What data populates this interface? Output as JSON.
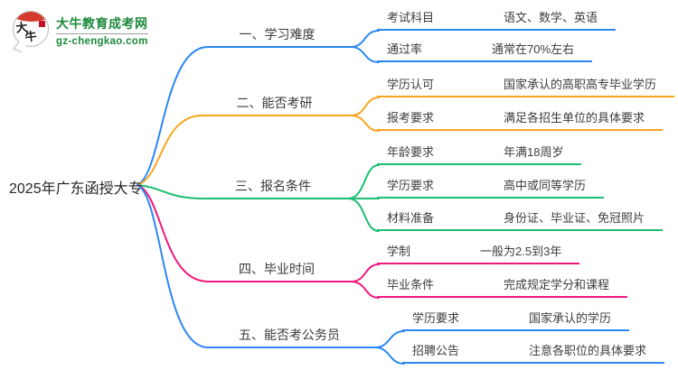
{
  "logo": {
    "icon_text_1": "大",
    "icon_text_2": "牛",
    "title": "大牛教育成考网",
    "domain": "gz-chengkao.com",
    "brand_green": "#1e8a3c",
    "seal_red": "#d43a2e"
  },
  "central_topic": "2025年广东函授大专",
  "colors": {
    "blue": "#2b87f5",
    "orange": "#f7a61e",
    "green": "#1cbe72",
    "pink": "#f0187c",
    "text": "#3d3d3d"
  },
  "branches": [
    {
      "label": "一、学习难度",
      "color": "blue",
      "children": [
        {
          "label": "考试科目",
          "value": "语文、数学、英语"
        },
        {
          "label": "通过率",
          "value": "通常在70%左右"
        }
      ]
    },
    {
      "label": "二、能否考研",
      "color": "orange",
      "children": [
        {
          "label": "学历认可",
          "value": "国家承认的高职高专毕业学历"
        },
        {
          "label": "报考要求",
          "value": "满足各招生单位的具体要求"
        }
      ]
    },
    {
      "label": "三、报名条件",
      "color": "green",
      "children": [
        {
          "label": "年龄要求",
          "value": "年满18周岁"
        },
        {
          "label": "学历要求",
          "value": "高中或同等学历"
        },
        {
          "label": "材料准备",
          "value": "身份证、毕业证、免冠照片"
        }
      ]
    },
    {
      "label": "四、毕业时间",
      "color": "pink",
      "children": [
        {
          "label": "学制",
          "value": "一般为2.5到3年"
        },
        {
          "label": "毕业条件",
          "value": "完成规定学分和课程"
        }
      ]
    },
    {
      "label": "五、能否考公务员",
      "color": "blue",
      "children": [
        {
          "label": "学历要求",
          "value": "国家承认的学历"
        },
        {
          "label": "招聘公告",
          "value": "注意各职位的具体要求"
        }
      ]
    }
  ]
}
